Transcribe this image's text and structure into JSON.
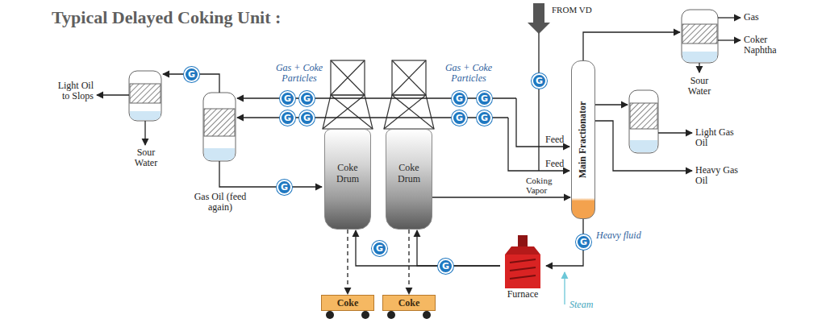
{
  "diagram": {
    "title": "Typical Delayed Coking Unit :",
    "nodes": [
      {
        "text": [
          "Coke Drum"
        ]
      },
      {
        "text": [
          "Coke Drum"
        ]
      },
      {
        "text": [
          "Main Fractionator"
        ]
      },
      {
        "text": [
          "Coke"
        ]
      },
      {
        "text": [
          "Coke"
        ]
      },
      {
        "text": [
          "Furnace"
        ]
      }
    ],
    "edges": [
      {
        "from": 0,
        "to": 3,
        "arrow": "to"
      },
      {
        "from": 1,
        "to": 4,
        "arrow": "to"
      },
      {
        "from": 5,
        "to": 0,
        "arrow": "to"
      },
      {
        "from": 5,
        "to": 1,
        "arrow": "to"
      },
      {
        "from": 2,
        "to": 5,
        "label": "Heavy fluid",
        "arrow": "to"
      },
      {
        "from": 1,
        "to": 2,
        "label": "Coking Vapor",
        "arrow": "to"
      }
    ],
    "labels": [
      "Light Oil to Slops",
      "Sour Water",
      "Gas Oil (feed again)",
      "Gas + Coke Particles",
      "Gas + Coke Particles",
      "FROM VD",
      "Feed",
      "Feed",
      "Gas",
      "Coker Naphtha",
      "Sour Water",
      "Light Gas Oil",
      "Heavy Gas Oil",
      "Steam",
      "G",
      "G",
      "G",
      "G",
      "G",
      "G",
      "G",
      "G",
      "G",
      "G",
      "G",
      "G",
      "G",
      "G"
    ]
  }
}
